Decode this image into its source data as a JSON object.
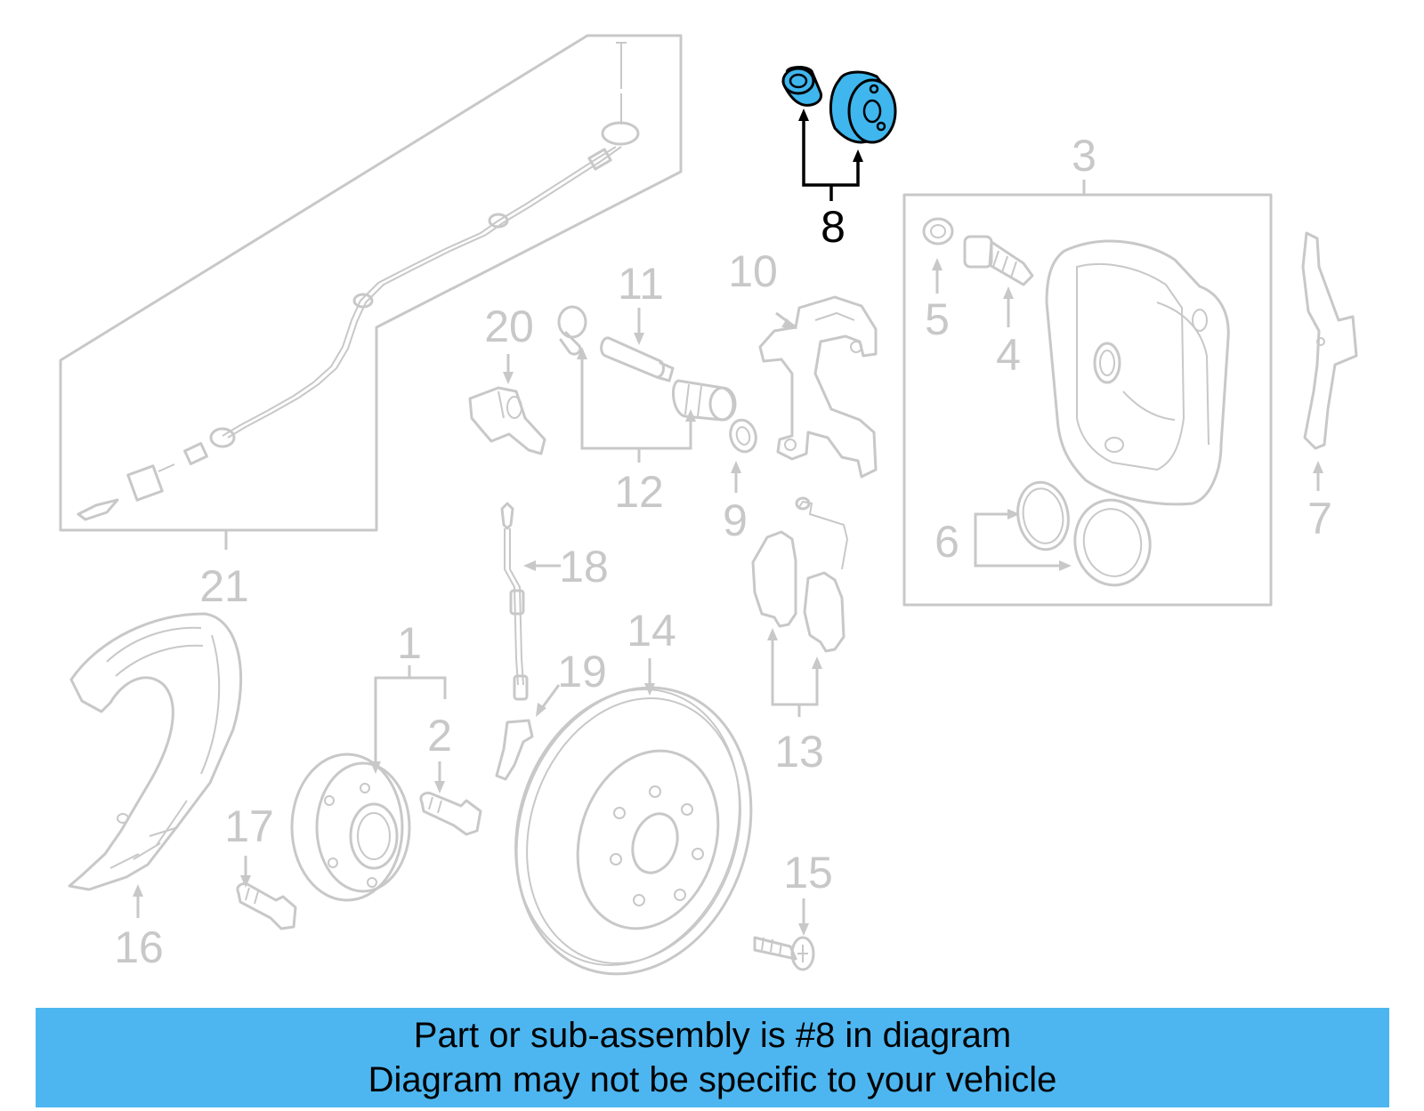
{
  "diagram": {
    "highlighted_callout": "8",
    "highlight_color": "#3fb6ee",
    "callouts": {
      "c1": "1",
      "c2": "2",
      "c3": "3",
      "c4": "4",
      "c5": "5",
      "c6": "6",
      "c7": "7",
      "c8": "8",
      "c9": "9",
      "c10": "10",
      "c11": "11",
      "c12": "12",
      "c13": "13",
      "c14": "14",
      "c15": "15",
      "c16": "16",
      "c17": "17",
      "c18": "18",
      "c19": "19",
      "c20": "20",
      "c21": "21"
    }
  },
  "banner": {
    "line1": "Part or sub-assembly is #8 in diagram",
    "line2": "Diagram may not be specific to your vehicle",
    "color": "#4db6f0"
  }
}
